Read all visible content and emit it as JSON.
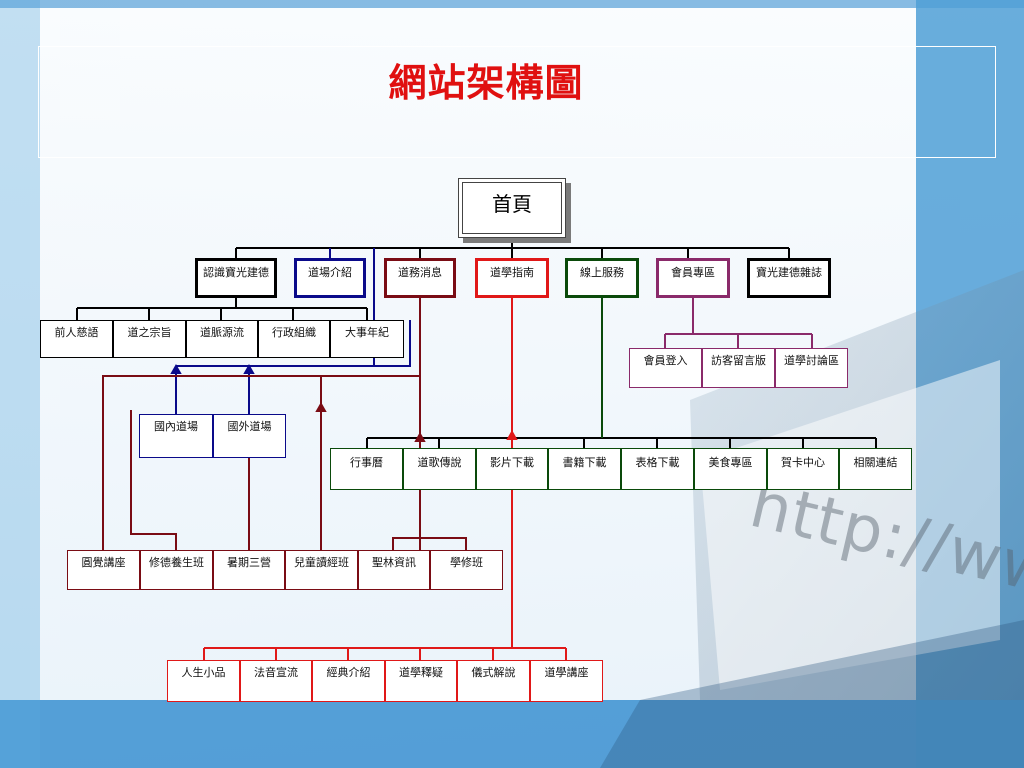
{
  "title": "網站架構圖",
  "background_text": "http://ww",
  "home": "首頁",
  "main_sections": [
    "認識寶光建德",
    "道場介紹",
    "道務消息",
    "道學指南",
    "線上服務",
    "會員專區",
    "寶光建德雜誌"
  ],
  "about_items": [
    "前人慈語",
    "道之宗旨",
    "道脈源流",
    "行政組織",
    "大事年紀"
  ],
  "temple_items": [
    "國內道場",
    "國外道場"
  ],
  "member_items": [
    "會員登入",
    "訪客留言版",
    "道學討論區"
  ],
  "service_items": [
    "行事曆",
    "道歌傳說",
    "影片下載",
    "書籍下載",
    "表格下載",
    "美食專區",
    "賀卡中心",
    "相關連結"
  ],
  "news_items": [
    "圓覺講座",
    "修德養生班",
    "暑期三營",
    "兒童讀經班",
    "聖林資訊",
    "學修班"
  ],
  "guide_items": [
    "人生小品",
    "法音宣流",
    "經典介紹",
    "道學釋疑",
    "儀式解說",
    "道學講座"
  ],
  "colors": {
    "title": "#e01010",
    "black": "#000000",
    "navy": "#0a0a8a",
    "maroon": "#7a0c14",
    "red": "#e01818",
    "green": "#0a4a0a",
    "purple": "#8a2a6a"
  }
}
